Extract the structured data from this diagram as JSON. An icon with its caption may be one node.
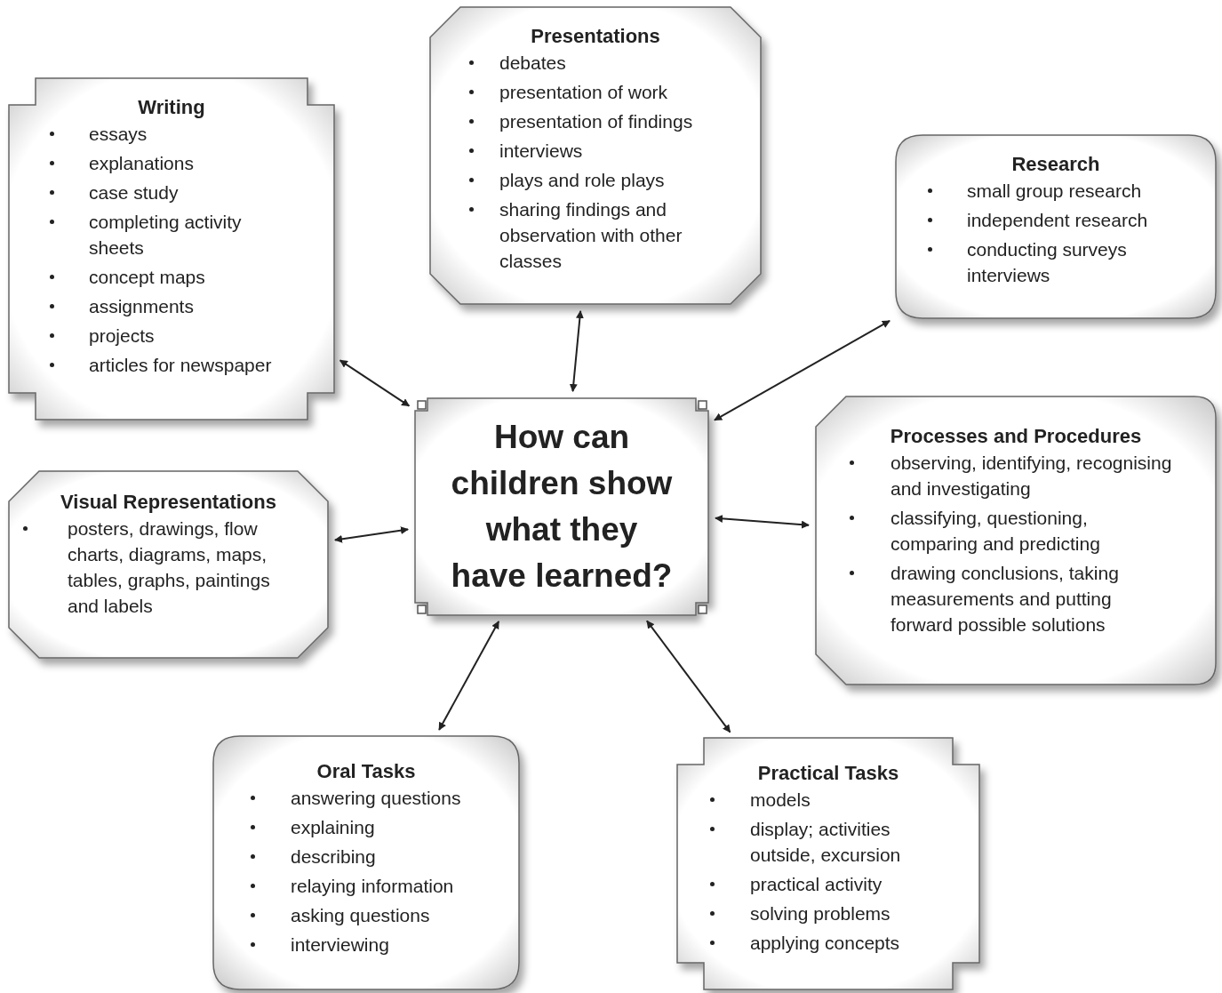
{
  "diagram": {
    "nodes": [
      {
        "text": [
          "Presentations",
          "debates",
          "presentation of work",
          "presentation of findings",
          "interviews",
          "plays and role plays",
          "sharing findings and observation with other classes"
        ]
      },
      {
        "text": [
          "Writing",
          "essays",
          "explanations",
          "case study",
          "completing activity sheets",
          "concept maps",
          "assignments",
          "projects",
          "articles for newspaper"
        ]
      },
      {
        "text": [
          "Research",
          "small group research",
          "independent research",
          "conducting surveys interviews"
        ]
      },
      {
        "text": [
          "How can children show what they have learned?"
        ]
      },
      {
        "text": [
          "Processes and Procedures",
          "observing, identifying, recognising and investigating",
          "classifying, questioning, comparing and predicting",
          "drawing conclusions, taking measurements and putting forward possible solutions"
        ]
      },
      {
        "text": [
          "Visual Representations",
          "posters, drawings, flow charts, diagrams, maps, tables, graphs, paintings and labels"
        ]
      },
      {
        "text": [
          "Oral Tasks",
          "answering questions",
          "explaining",
          "describing",
          "relaying information",
          "asking questions",
          "interviewing"
        ]
      },
      {
        "text": [
          "Practical Tasks",
          "models",
          "display; activities outside, excursion",
          "practical activity",
          "solving problems",
          "applying concepts"
        ]
      }
    ],
    "edges": [
      {
        "from": 3,
        "to": 0,
        "arrow": "both"
      },
      {
        "from": 3,
        "to": 1,
        "arrow": "both"
      },
      {
        "from": 3,
        "to": 2,
        "arrow": "both"
      },
      {
        "from": 3,
        "to": 4,
        "arrow": "both"
      },
      {
        "from": 3,
        "to": 5,
        "arrow": "both"
      },
      {
        "from": 3,
        "to": 6,
        "arrow": "both"
      },
      {
        "from": 3,
        "to": 7,
        "arrow": "both"
      }
    ]
  }
}
